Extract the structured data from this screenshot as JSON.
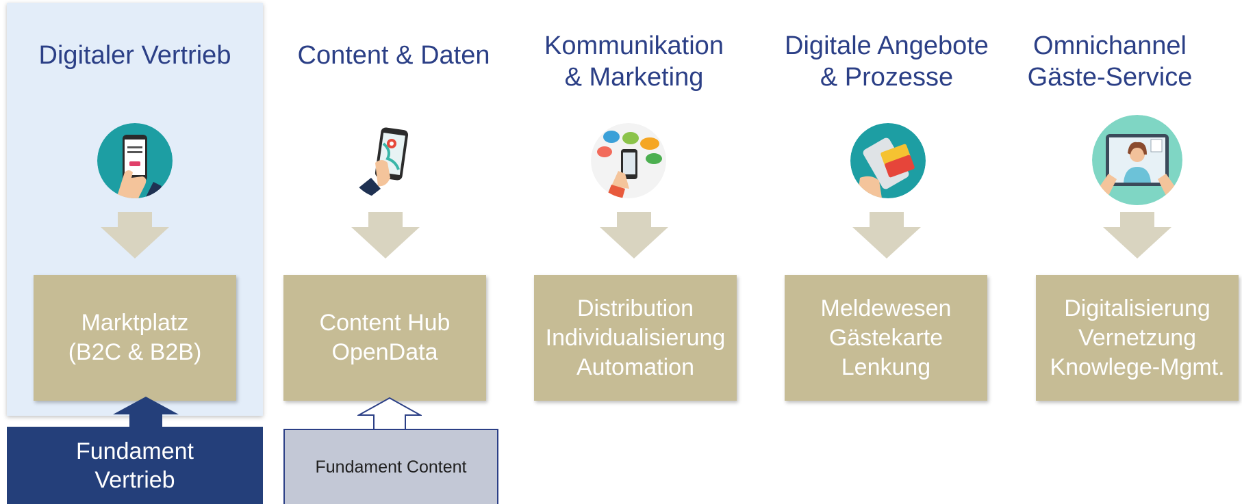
{
  "columns": [
    {
      "title_lines": [
        "Digitaler Vertrieb"
      ],
      "icon": "online-booking-phone-icon",
      "box_lines": [
        "Marktplatz",
        "(B2C & B2B)"
      ],
      "highlighted": true
    },
    {
      "title_lines": [
        "Content & Daten"
      ],
      "icon": "map-phone-icon",
      "box_lines": [
        "Content Hub",
        "OpenData"
      ],
      "highlighted": false
    },
    {
      "title_lines": [
        "Kommunikation",
        "& Marketing"
      ],
      "icon": "social-media-phone-icon",
      "box_lines": [
        "Distribution",
        "Individualisierung",
        "Automation"
      ],
      "highlighted": false
    },
    {
      "title_lines": [
        "Digitale Angebote",
        "& Prozesse"
      ],
      "icon": "ticket-phone-icon",
      "box_lines": [
        "Meldewesen",
        "Gästekarte",
        "Lenkung"
      ],
      "highlighted": false
    },
    {
      "title_lines": [
        "Omnichannel",
        "Gäste-Service"
      ],
      "icon": "video-call-tablet-icon",
      "box_lines": [
        "Digitalisierung",
        "Vernetzung",
        "Knowlege-Mgmt."
      ],
      "highlighted": false
    }
  ],
  "foundations": [
    {
      "lines": [
        "Fundament",
        "Vertrieb"
      ]
    },
    {
      "lines": [
        "Fundament Content"
      ]
    }
  ],
  "colors": {
    "title_blue": "#2b3f86",
    "box_tan": "#c6bc95",
    "arrow_beige": "#d9d4c0",
    "highlight_bg": "#e3edf9",
    "foundation_dark": "#243f7a",
    "foundation_light": "#c3c8d6"
  }
}
